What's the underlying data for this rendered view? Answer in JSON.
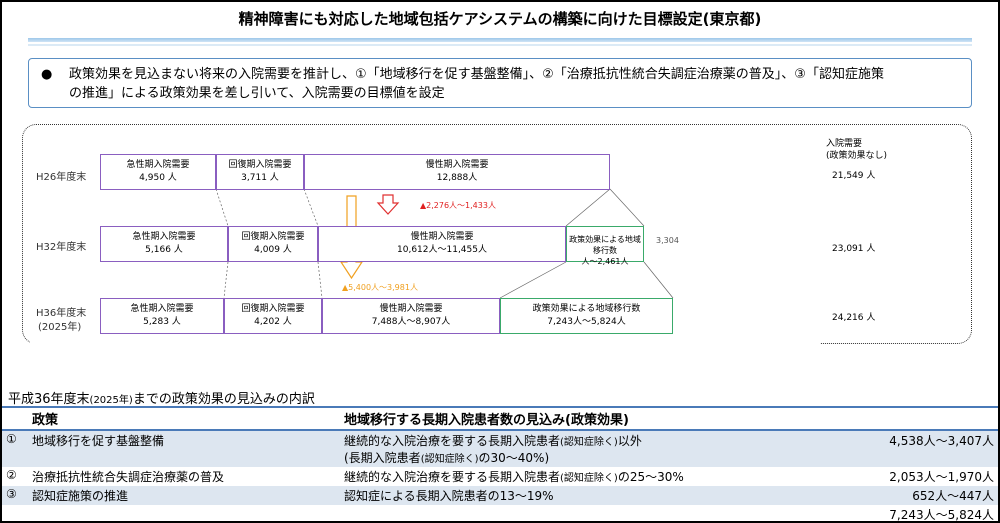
{
  "title": "精神障害にも対応した地域包括ケアシステムの構築に向けた目標設定(東京都)",
  "summary": {
    "bullet": "●",
    "line1": "政策効果を見込まない将来の入院需要を推計し、①「地域移行を促す基盤整備」、②「治療抵抗性統合失調症治療薬の普及」、③「認知症施策",
    "line2": "の推進」による政策効果を差し引いて、入院需要の目標値を設定"
  },
  "diagram": {
    "right_header_line1": "入院需要",
    "right_header_line2": "(政策効果なし)",
    "rows": [
      {
        "label": "H26年度末",
        "acute_label": "急性期入院需要",
        "acute_value": "4,950 人",
        "recovery_label": "回復期入院需要",
        "recovery_value": "3,711 人",
        "chronic_label": "慢性期入院需要",
        "chronic_value": "12,888人",
        "total": "21,549 人"
      },
      {
        "label": "H32年度末",
        "acute_label": "急性期入院需要",
        "acute_value": "5,166 人",
        "recovery_label": "回復期入院需要",
        "recovery_value": "4,009 人",
        "chronic_label": "慢性期入院需要",
        "chronic_value": "10,612人～11,455人",
        "policy_label": "政策効果による地域移行数",
        "policy_value": "人～2,461人",
        "extra": "3,304",
        "total": "23,091 人"
      },
      {
        "label": "H36年度末",
        "label2": "(2025年)",
        "acute_label": "急性期入院需要",
        "acute_value": "5,283 人",
        "recovery_label": "回復期入院需要",
        "recovery_value": "4,202 人",
        "chronic_label": "慢性期入院需要",
        "chronic_value": "7,488人～8,907人",
        "policy_label": "政策効果による地域移行数",
        "policy_value": "7,243人～5,824人",
        "total": "24,216 人"
      }
    ],
    "note_red": "▲2,276人～1,433人",
    "note_orange": "▲5,400人～3,981人"
  },
  "breakdown": {
    "title_main": "平成36年度末",
    "title_small": "(2025年)",
    "title_rest": "までの政策効果の見込みの内訳",
    "col_policy": "政策",
    "col_estimate": "地域移行する長期入院患者数の見込み(政策効果)",
    "rows": [
      {
        "no": "①",
        "policy": "地域移行を促す基盤整備",
        "desc1": "継続的な入院治療を要する長期入院患者",
        "desc1_small": "(認知症除く)",
        "desc1_end": "以外",
        "desc2": "(長期入院患者",
        "desc2_small": "(認知症除く)",
        "desc2_end": "の30～40%)",
        "amount": "4,538人～3,407人"
      },
      {
        "no": "②",
        "policy": "治療抵抗性統合失調症治療薬の普及",
        "desc1": "継続的な入院治療を要する長期入院患者",
        "desc1_small": "(認知症除く)",
        "desc1_end": "の25～30%",
        "amount": "2,053人～1,970人"
      },
      {
        "no": "③",
        "policy": "認知症施策の推進",
        "desc1": "認知症による長期入院患者の13～19%",
        "amount": "652人～447人"
      }
    ],
    "total": "7,243人～5,824人"
  }
}
